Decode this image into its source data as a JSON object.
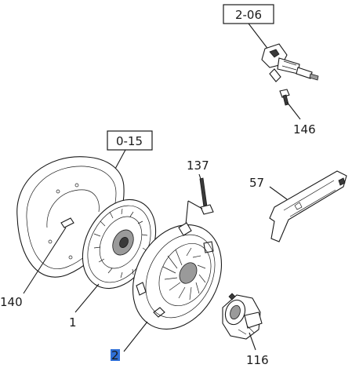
{
  "references": {
    "clutch_control": "2-06",
    "engine": "0-15"
  },
  "callouts": {
    "slave_cylinder_bolt": "146",
    "bolt": "137",
    "release_fork": "57",
    "flywheel": "140",
    "clutch_disc": "1",
    "pressure_plate": "2",
    "release_bearing": "116"
  },
  "colors": {
    "line": "#1a1a1a",
    "highlight": "#2f6fd6",
    "background": "#ffffff"
  }
}
